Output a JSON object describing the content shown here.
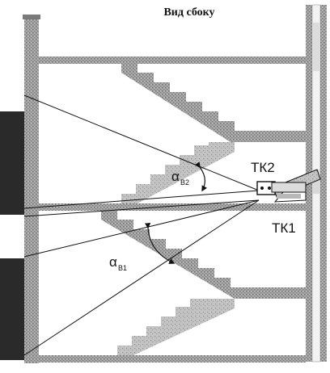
{
  "title": "Вид сбоку",
  "labels": {
    "camera_top": "ТК2",
    "camera_bottom": "ТК1",
    "angle_top_symbol": "α",
    "angle_top_sub": "В2",
    "angle_bottom_symbol": "α",
    "angle_bottom_sub": "В1"
  },
  "colors": {
    "ink": "#111111",
    "hatch": "#8a8a8a",
    "hatch_light": "#b5b5b5",
    "wall_dark": "#2a2a2a",
    "background": "#ffffff"
  }
}
